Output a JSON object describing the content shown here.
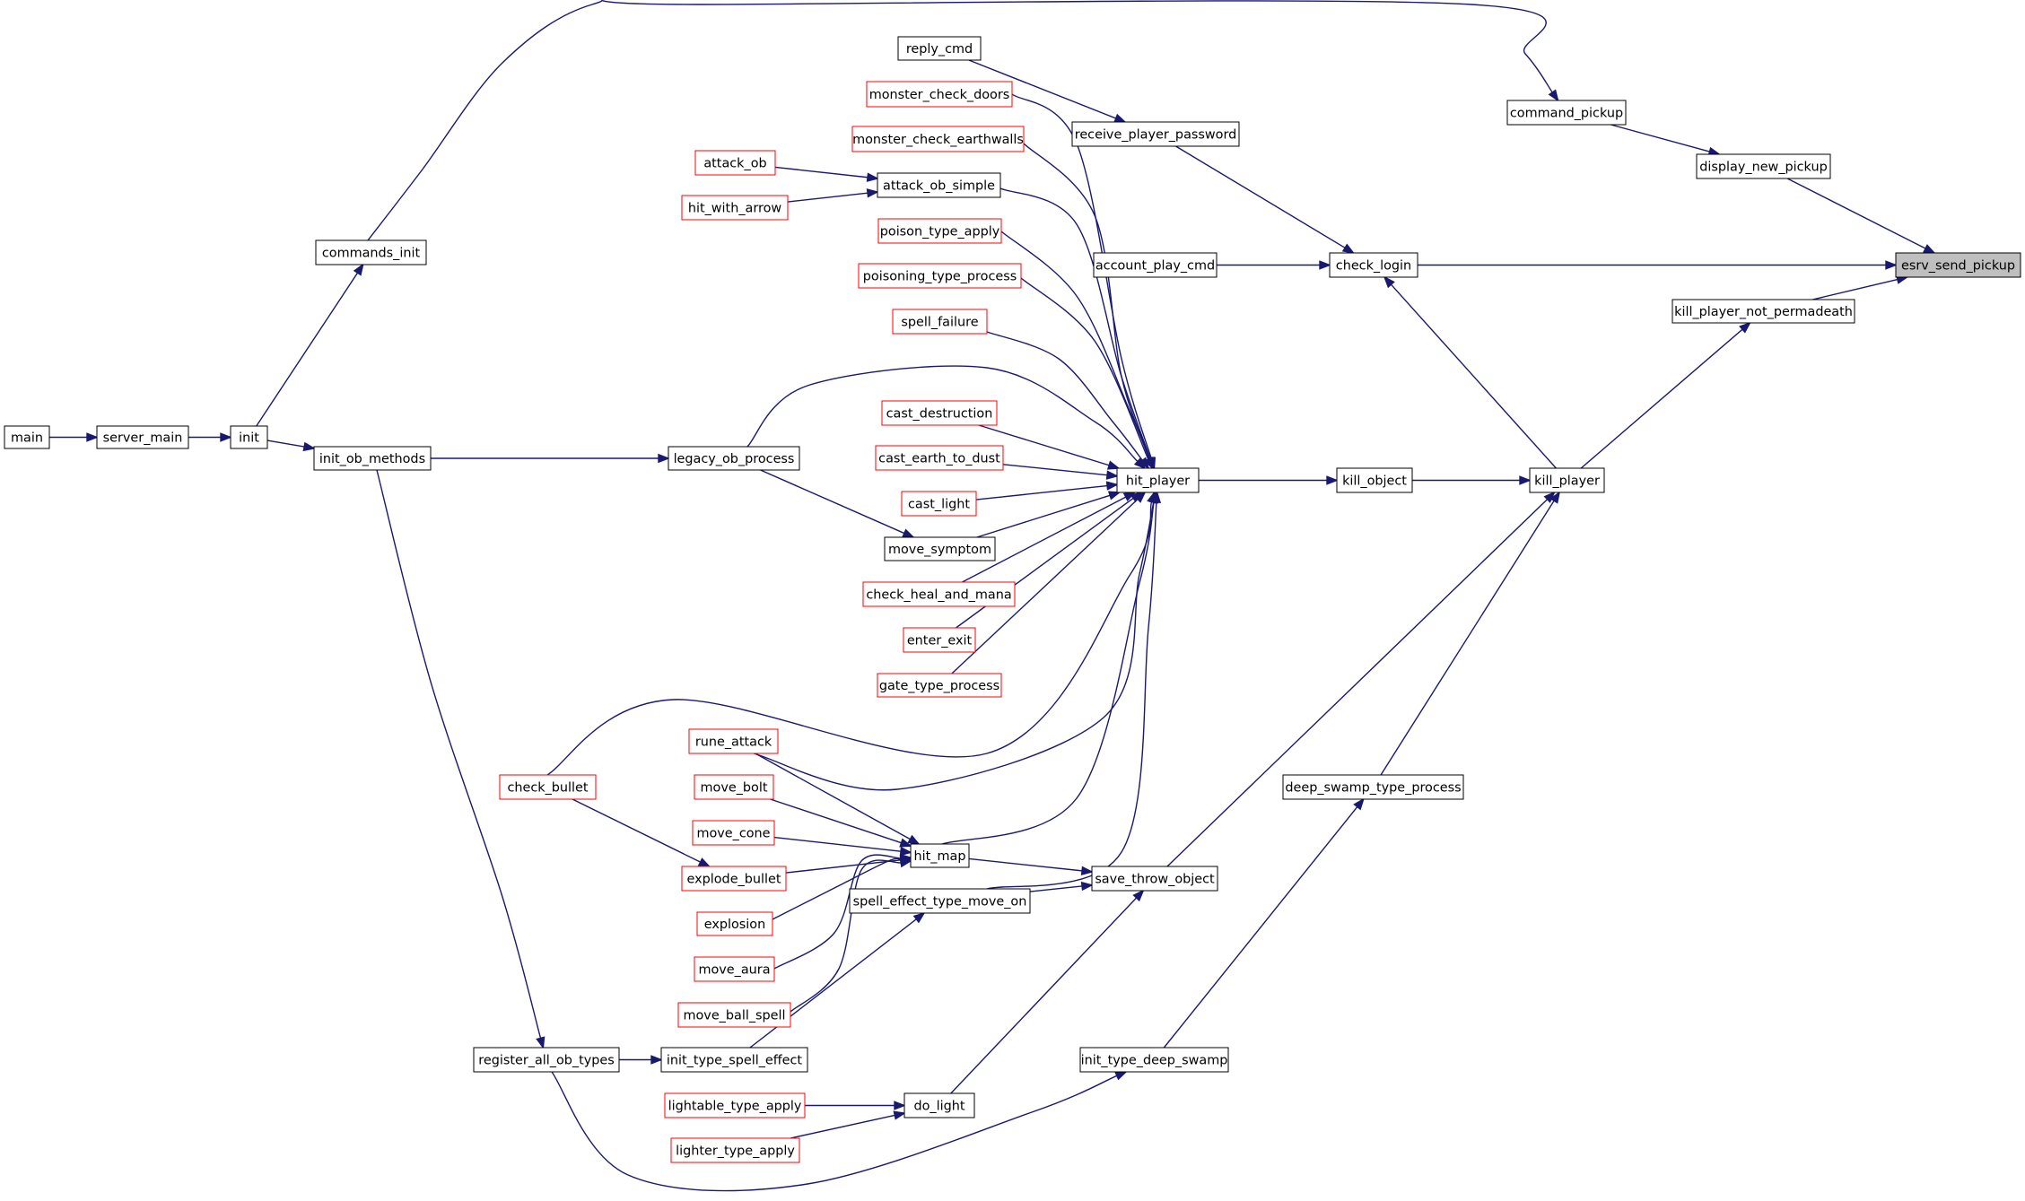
{
  "colors": {
    "edge": "#191970",
    "normal_border": "#000000",
    "truncated_border": "#ff0000",
    "focus_fill": "#bfbfbf",
    "background": "#ffffff"
  },
  "graph": {
    "focus": "esrv_send_pickup",
    "nodes": [
      {
        "id": "main",
        "label": "main",
        "style": "normal"
      },
      {
        "id": "server_main",
        "label": "server_main",
        "style": "normal"
      },
      {
        "id": "init",
        "label": "init",
        "style": "normal"
      },
      {
        "id": "commands_init",
        "label": "commands_init",
        "style": "normal"
      },
      {
        "id": "init_ob_methods",
        "label": "init_ob_methods",
        "style": "normal"
      },
      {
        "id": "register_all_ob_types",
        "label": "register_all_ob_types",
        "style": "normal"
      },
      {
        "id": "check_bullet",
        "label": "check_bullet",
        "style": "truncated"
      },
      {
        "id": "reply_cmd",
        "label": "reply_cmd",
        "style": "normal"
      },
      {
        "id": "monster_check_doors",
        "label": "monster_check_doors",
        "style": "truncated"
      },
      {
        "id": "monster_check_earthwalls",
        "label": "monster_check_earthwalls",
        "style": "truncated"
      },
      {
        "id": "attack_ob",
        "label": "attack_ob",
        "style": "truncated"
      },
      {
        "id": "hit_with_arrow",
        "label": "hit_with_arrow",
        "style": "truncated"
      },
      {
        "id": "attack_ob_simple",
        "label": "attack_ob_simple",
        "style": "normal"
      },
      {
        "id": "poison_type_apply",
        "label": "poison_type_apply",
        "style": "truncated"
      },
      {
        "id": "poisoning_type_process",
        "label": "poisoning_type_process",
        "style": "truncated"
      },
      {
        "id": "spell_failure",
        "label": "spell_failure",
        "style": "truncated"
      },
      {
        "id": "legacy_ob_process",
        "label": "legacy_ob_process",
        "style": "normal"
      },
      {
        "id": "cast_destruction",
        "label": "cast_destruction",
        "style": "truncated"
      },
      {
        "id": "cast_earth_to_dust",
        "label": "cast_earth_to_dust",
        "style": "truncated"
      },
      {
        "id": "cast_light",
        "label": "cast_light",
        "style": "truncated"
      },
      {
        "id": "move_symptom",
        "label": "move_symptom",
        "style": "normal"
      },
      {
        "id": "check_heal_and_mana",
        "label": "check_heal_and_mana",
        "style": "truncated"
      },
      {
        "id": "enter_exit",
        "label": "enter_exit",
        "style": "truncated"
      },
      {
        "id": "gate_type_process",
        "label": "gate_type_process",
        "style": "truncated"
      },
      {
        "id": "rune_attack",
        "label": "rune_attack",
        "style": "truncated"
      },
      {
        "id": "move_bolt",
        "label": "move_bolt",
        "style": "truncated"
      },
      {
        "id": "move_cone",
        "label": "move_cone",
        "style": "truncated"
      },
      {
        "id": "explode_bullet",
        "label": "explode_bullet",
        "style": "truncated"
      },
      {
        "id": "explosion",
        "label": "explosion",
        "style": "truncated"
      },
      {
        "id": "move_aura",
        "label": "move_aura",
        "style": "truncated"
      },
      {
        "id": "move_ball_spell",
        "label": "move_ball_spell",
        "style": "truncated"
      },
      {
        "id": "hit_map",
        "label": "hit_map",
        "style": "normal"
      },
      {
        "id": "spell_effect_type_move_on",
        "label": "spell_effect_type_move_on",
        "style": "normal"
      },
      {
        "id": "init_type_spell_effect",
        "label": "init_type_spell_effect",
        "style": "normal"
      },
      {
        "id": "lightable_type_apply",
        "label": "lightable_type_apply",
        "style": "truncated"
      },
      {
        "id": "lighter_type_apply",
        "label": "lighter_type_apply",
        "style": "truncated"
      },
      {
        "id": "do_light",
        "label": "do_light",
        "style": "normal"
      },
      {
        "id": "receive_player_password",
        "label": "receive_player_password",
        "style": "normal"
      },
      {
        "id": "account_play_cmd",
        "label": "account_play_cmd",
        "style": "normal"
      },
      {
        "id": "hit_player",
        "label": "hit_player",
        "style": "normal"
      },
      {
        "id": "save_throw_object",
        "label": "save_throw_object",
        "style": "normal"
      },
      {
        "id": "init_type_deep_swamp",
        "label": "init_type_deep_swamp",
        "style": "normal"
      },
      {
        "id": "check_login",
        "label": "check_login",
        "style": "normal"
      },
      {
        "id": "kill_object",
        "label": "kill_object",
        "style": "normal"
      },
      {
        "id": "deep_swamp_type_process",
        "label": "deep_swamp_type_process",
        "style": "normal"
      },
      {
        "id": "command_pickup",
        "label": "command_pickup",
        "style": "normal"
      },
      {
        "id": "kill_player",
        "label": "kill_player",
        "style": "normal"
      },
      {
        "id": "display_new_pickup",
        "label": "display_new_pickup",
        "style": "normal"
      },
      {
        "id": "kill_player_not_permadeath",
        "label": "kill_player_not_permadeath",
        "style": "normal"
      },
      {
        "id": "esrv_send_pickup",
        "label": "esrv_send_pickup",
        "style": "focus"
      }
    ],
    "edges": [
      {
        "from": "main",
        "to": "server_main"
      },
      {
        "from": "server_main",
        "to": "init"
      },
      {
        "from": "init",
        "to": "commands_init"
      },
      {
        "from": "init",
        "to": "init_ob_methods"
      },
      {
        "from": "commands_init",
        "to": "command_pickup"
      },
      {
        "from": "init_ob_methods",
        "to": "legacy_ob_process"
      },
      {
        "from": "init_ob_methods",
        "to": "register_all_ob_types"
      },
      {
        "from": "register_all_ob_types",
        "to": "init_type_spell_effect"
      },
      {
        "from": "register_all_ob_types",
        "to": "init_type_deep_swamp"
      },
      {
        "from": "legacy_ob_process",
        "to": "hit_player"
      },
      {
        "from": "legacy_ob_process",
        "to": "move_symptom"
      },
      {
        "from": "reply_cmd",
        "to": "receive_player_password"
      },
      {
        "from": "monster_check_doors",
        "to": "hit_player"
      },
      {
        "from": "monster_check_earthwalls",
        "to": "hit_player"
      },
      {
        "from": "attack_ob",
        "to": "attack_ob_simple"
      },
      {
        "from": "hit_with_arrow",
        "to": "attack_ob_simple"
      },
      {
        "from": "attack_ob_simple",
        "to": "hit_player"
      },
      {
        "from": "poison_type_apply",
        "to": "hit_player"
      },
      {
        "from": "poisoning_type_process",
        "to": "hit_player"
      },
      {
        "from": "spell_failure",
        "to": "hit_player"
      },
      {
        "from": "cast_destruction",
        "to": "hit_player"
      },
      {
        "from": "cast_earth_to_dust",
        "to": "hit_player"
      },
      {
        "from": "cast_light",
        "to": "hit_player"
      },
      {
        "from": "move_symptom",
        "to": "hit_player"
      },
      {
        "from": "check_heal_and_mana",
        "to": "hit_player"
      },
      {
        "from": "enter_exit",
        "to": "hit_player"
      },
      {
        "from": "gate_type_process",
        "to": "hit_player"
      },
      {
        "from": "check_bullet",
        "to": "hit_player"
      },
      {
        "from": "check_bullet",
        "to": "explode_bullet"
      },
      {
        "from": "rune_attack",
        "to": "hit_player"
      },
      {
        "from": "rune_attack",
        "to": "hit_map"
      },
      {
        "from": "move_bolt",
        "to": "hit_map"
      },
      {
        "from": "move_cone",
        "to": "hit_map"
      },
      {
        "from": "explode_bullet",
        "to": "hit_map"
      },
      {
        "from": "explosion",
        "to": "hit_map"
      },
      {
        "from": "move_aura",
        "to": "hit_map"
      },
      {
        "from": "move_ball_spell",
        "to": "hit_map"
      },
      {
        "from": "hit_map",
        "to": "hit_player"
      },
      {
        "from": "hit_map",
        "to": "save_throw_object"
      },
      {
        "from": "spell_effect_type_move_on",
        "to": "hit_player"
      },
      {
        "from": "spell_effect_type_move_on",
        "to": "save_throw_object"
      },
      {
        "from": "init_type_spell_effect",
        "to": "spell_effect_type_move_on"
      },
      {
        "from": "lightable_type_apply",
        "to": "do_light"
      },
      {
        "from": "lighter_type_apply",
        "to": "do_light"
      },
      {
        "from": "do_light",
        "to": "save_throw_object"
      },
      {
        "from": "receive_player_password",
        "to": "check_login"
      },
      {
        "from": "account_play_cmd",
        "to": "check_login"
      },
      {
        "from": "hit_player",
        "to": "kill_object"
      },
      {
        "from": "save_throw_object",
        "to": "kill_player"
      },
      {
        "from": "init_type_deep_swamp",
        "to": "deep_swamp_type_process"
      },
      {
        "from": "check_login",
        "to": "esrv_send_pickup"
      },
      {
        "from": "kill_object",
        "to": "kill_player"
      },
      {
        "from": "deep_swamp_type_process",
        "to": "kill_player"
      },
      {
        "from": "command_pickup",
        "to": "display_new_pickup"
      },
      {
        "from": "kill_player",
        "to": "check_login"
      },
      {
        "from": "kill_player",
        "to": "kill_player_not_permadeath"
      },
      {
        "from": "display_new_pickup",
        "to": "esrv_send_pickup"
      },
      {
        "from": "kill_player_not_permadeath",
        "to": "esrv_send_pickup"
      }
    ]
  }
}
